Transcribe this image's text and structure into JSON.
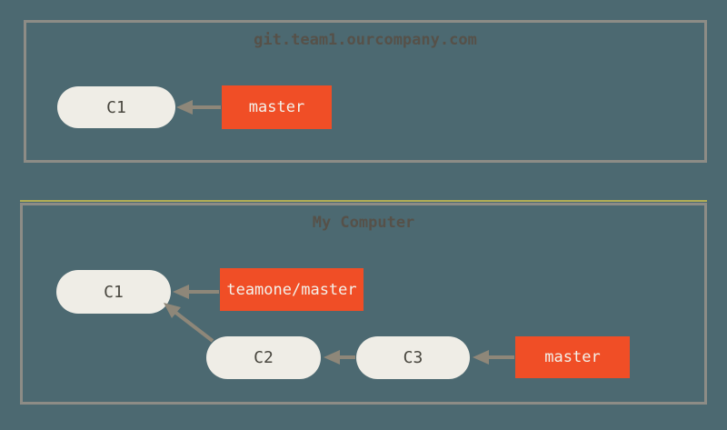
{
  "colors": {
    "background": "#4c6971",
    "box_border": "#8d8c86",
    "accent_line": "#b2ae55",
    "title_text": "#565149",
    "node_fill": "#efede6",
    "node_text": "#49473f",
    "branch_fill": "#f04e26",
    "branch_text": "#f3f1ea",
    "arrow": "#8e8779"
  },
  "remote_box": {
    "title": "git.team1.ourcompany.com",
    "nodes": [
      {
        "label": "C1"
      }
    ],
    "branches": [
      {
        "label": "master"
      }
    ],
    "edges": [
      {
        "from": "master",
        "to": "C1"
      }
    ]
  },
  "local_box": {
    "title": "My Computer",
    "nodes": [
      {
        "label": "C1"
      },
      {
        "label": "C2"
      },
      {
        "label": "C3"
      }
    ],
    "branches": [
      {
        "label": "teamone/master"
      },
      {
        "label": "master"
      }
    ],
    "edges": [
      {
        "from": "teamone/master",
        "to": "C1"
      },
      {
        "from": "C2",
        "to": "C1"
      },
      {
        "from": "C3",
        "to": "C2"
      },
      {
        "from": "master",
        "to": "C3"
      }
    ]
  }
}
